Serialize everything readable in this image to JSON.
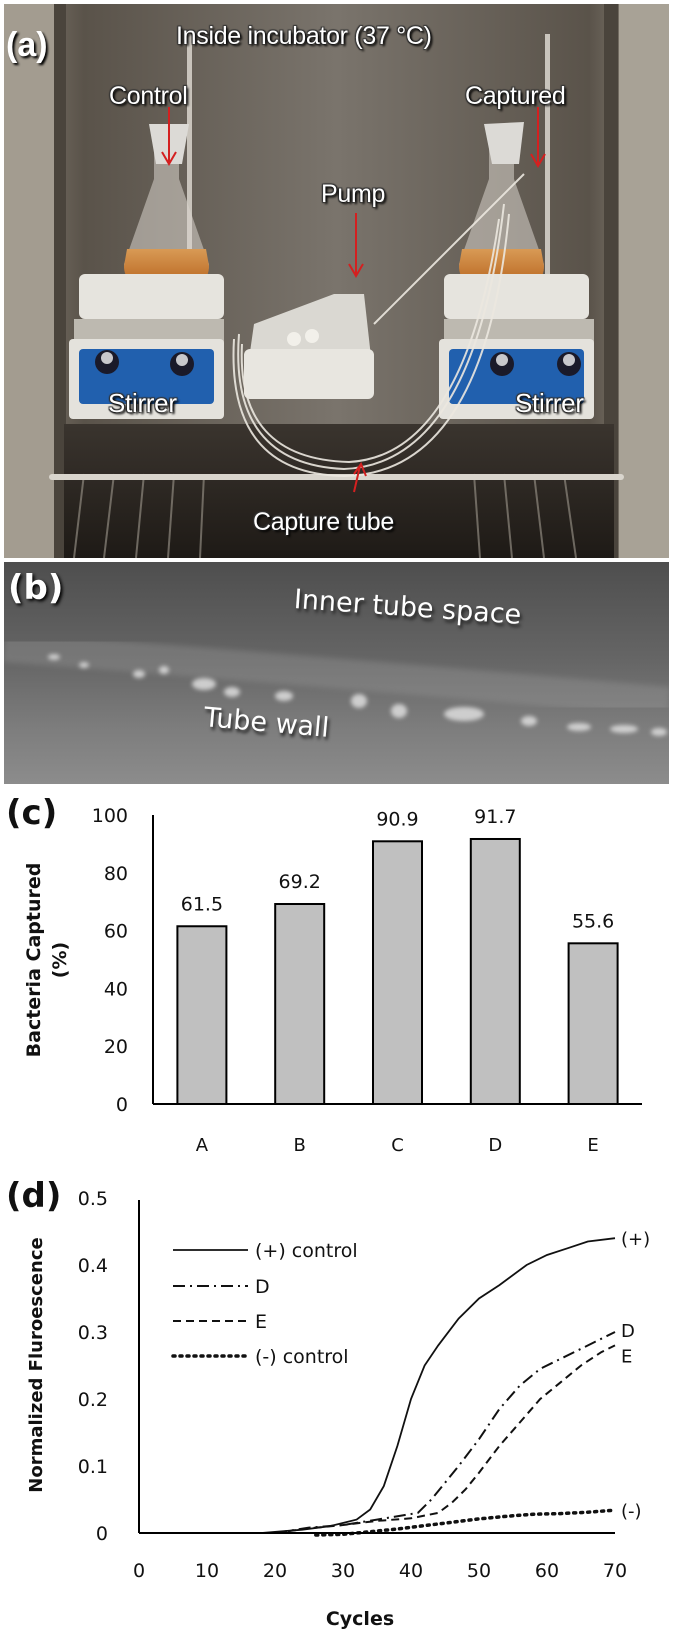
{
  "panel_a": {
    "letter": "(a)",
    "title": "Inside incubator (37 °C)",
    "labels": {
      "control": "Control",
      "captured": "Captured",
      "pump": "Pump",
      "stirrer_left": "Stirrer",
      "stirrer_right": "Stirrer",
      "capture_tube": "Capture tube"
    },
    "colors": {
      "arrow": "#d42020",
      "stirrer_panel": "#1f5fb0",
      "liquid": "#c8782a"
    }
  },
  "panel_b": {
    "letter": "(b)",
    "labels": {
      "inner": "Inner tube space",
      "wall": "Tube wall"
    }
  },
  "panel_c": {
    "letter": "(c)"
  },
  "panel_d": {
    "letter": "(d)"
  },
  "chart_data": [
    {
      "type": "bar",
      "panel": "(c)",
      "title": "",
      "categories": [
        "A",
        "B",
        "C",
        "D",
        "E"
      ],
      "values": [
        61.5,
        69.2,
        90.9,
        91.7,
        55.6
      ],
      "data_labels": [
        "61.5",
        "69.2",
        "90.9",
        "91.7",
        "55.6"
      ],
      "xlabel": "",
      "ylabel": "Bacteria Captured (%)",
      "ylabel_lines": [
        "Bacteria Captured",
        "(%)"
      ],
      "ylim": [
        0,
        100
      ],
      "yticks": [
        "0",
        "20",
        "40",
        "60",
        "80",
        "100"
      ],
      "grid": false,
      "bar_color": "#c0c0c0"
    },
    {
      "type": "line",
      "panel": "(d)",
      "title": "",
      "xlabel": "Cycles",
      "ylabel": "Normalized Fluroescence",
      "xlim": [
        0,
        70
      ],
      "ylim": [
        0,
        0.5
      ],
      "xticks": [
        "0",
        "10",
        "20",
        "30",
        "40",
        "50",
        "60",
        "70"
      ],
      "yticks": [
        "0",
        "0.1",
        "0.2",
        "0.3",
        "0.4",
        "0.5"
      ],
      "grid": false,
      "legend_position": "upper left",
      "series": [
        {
          "name": "(+) control",
          "end_label": "(+)",
          "style": "solid",
          "x": [
            18,
            24,
            28,
            32,
            34,
            36,
            38,
            40,
            42,
            44,
            47,
            50,
            53,
            57,
            60,
            63,
            66,
            70
          ],
          "y": [
            0,
            0.005,
            0.01,
            0.02,
            0.035,
            0.07,
            0.13,
            0.2,
            0.25,
            0.28,
            0.32,
            0.35,
            0.37,
            0.4,
            0.415,
            0.425,
            0.435,
            0.44
          ]
        },
        {
          "name": "D",
          "end_label": "D",
          "style": "dash-dot",
          "x": [
            20,
            25,
            30,
            35,
            41,
            43,
            45,
            47,
            50,
            53,
            56,
            59,
            62,
            65,
            68,
            70
          ],
          "y": [
            0,
            0.008,
            0.012,
            0.02,
            0.03,
            0.05,
            0.075,
            0.1,
            0.14,
            0.185,
            0.22,
            0.245,
            0.26,
            0.275,
            0.29,
            0.3
          ]
        },
        {
          "name": "E",
          "end_label": "E",
          "style": "dashed",
          "x": [
            20,
            25,
            30,
            35,
            40,
            44,
            46,
            48,
            50,
            53,
            56,
            59,
            62,
            65,
            68,
            70
          ],
          "y": [
            0,
            0.007,
            0.012,
            0.018,
            0.022,
            0.03,
            0.045,
            0.065,
            0.09,
            0.13,
            0.165,
            0.2,
            0.225,
            0.25,
            0.27,
            0.28
          ]
        },
        {
          "name": "(-) control",
          "end_label": "(-)",
          "style": "dotted",
          "x": [
            26,
            30,
            34,
            38,
            42,
            46,
            50,
            54,
            58,
            62,
            66,
            70
          ],
          "y": [
            -0.003,
            -0.002,
            0.002,
            0.006,
            0.011,
            0.016,
            0.021,
            0.025,
            0.028,
            0.029,
            0.031,
            0.034
          ]
        }
      ]
    }
  ]
}
